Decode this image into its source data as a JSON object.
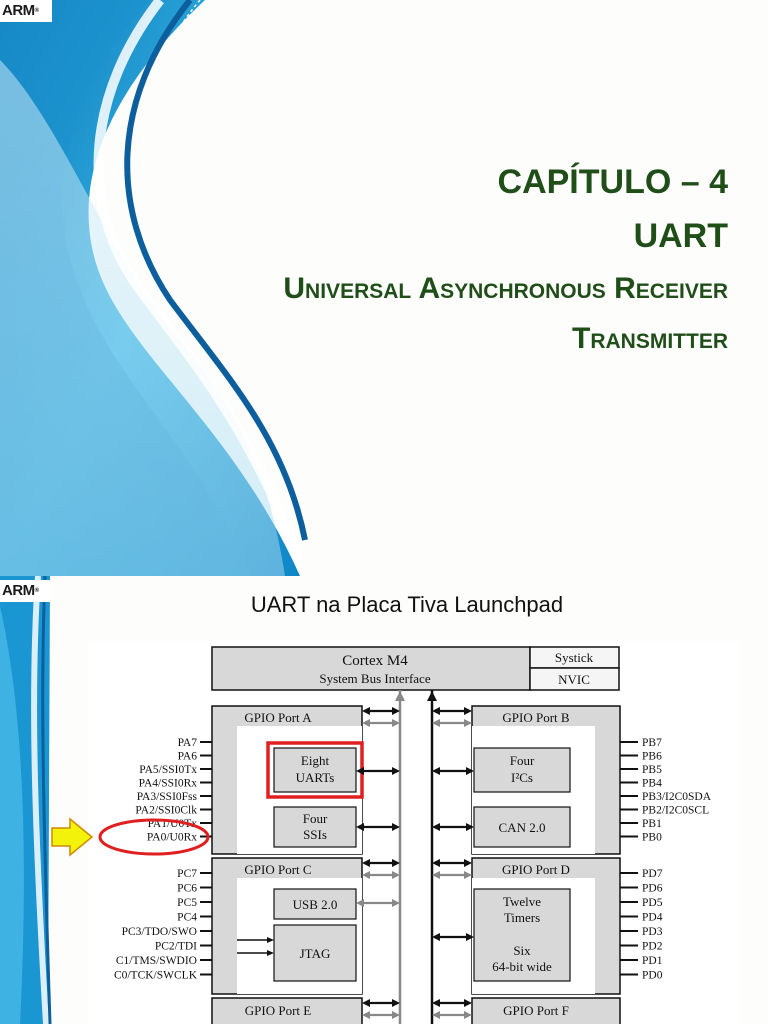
{
  "logo": {
    "text": "ARM"
  },
  "slide1": {
    "title_line1": "CAPÍTULO – 4",
    "title_line2": "UART",
    "title_line3": "Universal Asynchronous Receiver",
    "title_line4": "Transmitter"
  },
  "slide2": {
    "title": "UART na Placa Tiva Launchpad",
    "core": {
      "name": "Cortex M4",
      "bus": "System Bus Interface",
      "systick": "Systick",
      "nvic": "NVIC"
    },
    "ports": {
      "a": "GPIO Port A",
      "b": "GPIO Port B",
      "c": "GPIO Port C",
      "d": "GPIO Port D",
      "e": "GPIO Port E",
      "f": "GPIO Port F"
    },
    "modules": {
      "uarts_1": "Eight",
      "uarts_2": "UARTs",
      "i2c_1": "Four",
      "i2c_2": "I²Cs",
      "ssi_1": "Four",
      "ssi_2": "SSIs",
      "can": "CAN 2.0",
      "usb": "USB 2.0",
      "timers_1": "Twelve",
      "timers_2": "Timers",
      "timers_3": "Six",
      "timers_4": "64-bit wide",
      "jtag": "JTAG"
    },
    "pins_a": [
      "PA7",
      "PA6",
      "PA5/SSI0Tx",
      "PA4/SSI0Rx",
      "PA3/SSI0Fss",
      "PA2/SSI0Clk",
      "PA1/U0Tx",
      "PA0/U0Rx"
    ],
    "pins_b": [
      "PB7",
      "PB6",
      "PB5",
      "PB4",
      "PB3/I2C0SDA",
      "PB2/I2C0SCL",
      "PB1",
      "PB0"
    ],
    "pins_c": [
      "PC7",
      "PC6",
      "PC5",
      "PC4",
      "PC3/TDO/SWO",
      "PC2/TDI",
      "C1/TMS/SWDIO",
      "C0/TCK/SWCLK"
    ],
    "pins_d": [
      "PD7",
      "PD6",
      "PD5",
      "PD4",
      "PD3",
      "PD2",
      "PD1",
      "PD0"
    ]
  },
  "colors": {
    "title_green": "#1f4e19",
    "highlight_red": "#e02020",
    "arrow_yellow": "#f2f20a",
    "deco_blue": "#2a9fd6"
  }
}
